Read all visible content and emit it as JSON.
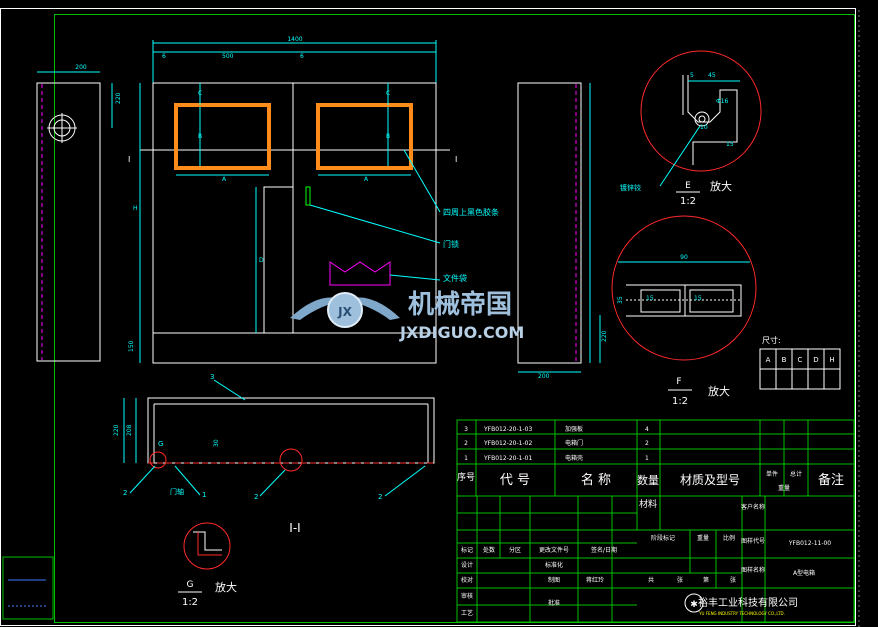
{
  "front_view": {
    "dim_top_total": "1400",
    "dim_top_left": "6",
    "dim_top_mid": "500",
    "dim_top_right": "6",
    "dim_window_c_left": "C",
    "dim_window_c_right": "C",
    "dim_window_b_left": "B",
    "dim_window_b_right": "B",
    "dim_window_a_left": "A",
    "dim_window_a_right": "A",
    "dim_height_h": "H",
    "dim_door_d": "D",
    "dim_bottom": "150",
    "section_mark_left": "I",
    "section_mark_right": "I"
  },
  "side_view_left": {
    "dim_width": "200",
    "dim_height": "220"
  },
  "side_view_right": {
    "dim_width": "200",
    "dim_height": "220"
  },
  "leaders": {
    "gasket": "四周上黑色胶条",
    "lock": "门锁",
    "doc_bag": "文件袋"
  },
  "detail_e": {
    "dims": [
      "5",
      "45",
      "Φ16",
      "10",
      "15"
    ],
    "part_label": "镀锌铰",
    "title_letter": "E",
    "scale": "1:2",
    "caption": "放大"
  },
  "detail_f": {
    "dims": [
      "90",
      "35",
      "15",
      "15"
    ],
    "title_letter": "F",
    "scale": "1:2",
    "caption": "放大"
  },
  "size_table": {
    "label": "尺寸:",
    "headers": [
      "A",
      "B",
      "C",
      "D",
      "H"
    ]
  },
  "section_view": {
    "dims": [
      "220",
      "208",
      "30",
      "3",
      "G"
    ],
    "balloons": [
      "3",
      "2",
      "1",
      "2",
      "2"
    ],
    "part_label": "门轴",
    "title": "I-I"
  },
  "detail_g": {
    "title_letter": "G",
    "scale": "1:2",
    "caption": "放大"
  },
  "watermark": {
    "brand_cn": "机械帝国",
    "brand_en": "JXDIGUO.COM",
    "emblem": "JX"
  },
  "bom": {
    "rows": [
      {
        "no": "3",
        "code": "YFB012-20-1-03",
        "name": "加强板",
        "qty": "4"
      },
      {
        "no": "2",
        "code": "YFB012-20-1-02",
        "name": "电箱门",
        "qty": "2"
      },
      {
        "no": "1",
        "code": "YFB012-20-1-01",
        "name": "电箱壳",
        "qty": "1"
      }
    ],
    "header_no": "序号",
    "header_code": "代 号",
    "header_name": "名 称",
    "header_qty": "数量",
    "header_mat": "材质及型号",
    "header_unit": "单件",
    "header_total": "总计",
    "header_weight": "重量",
    "header_note": "备注"
  },
  "title_block": {
    "material": "材料",
    "customer": "客户名称",
    "change_row": [
      "标记",
      "处数",
      "分区",
      "更改文件号",
      "签名/日期"
    ],
    "stage_mark": "阶段标记",
    "weight": "重量",
    "scale": "比例",
    "drawing_no_label": "图样代号",
    "drawing_no": "YFB012-11-00",
    "design": "设计",
    "standard": "标准化",
    "check": "校对",
    "drawn": "制图",
    "drawn_by": "蒋红玲",
    "review": "审核",
    "craft": "工艺",
    "approve": "批准",
    "sheets": [
      "共",
      "张",
      "第",
      "张"
    ],
    "drawing_name_label": "图样名称",
    "drawing_name": "A型电箱",
    "company": "裕丰工业科技有限公司",
    "company_en": "YU FENG INDUSTRY TECHNOLOGY CO.,LTD."
  }
}
